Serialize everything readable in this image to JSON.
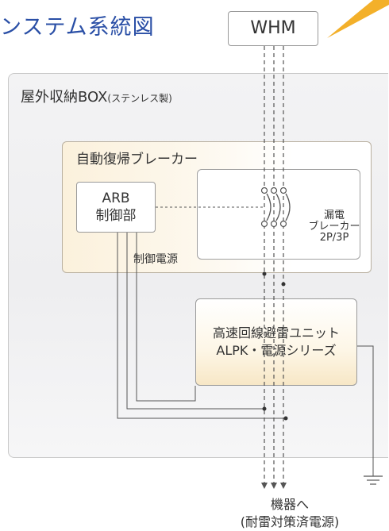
{
  "title": "ンステム系統図",
  "whm": {
    "label": "WHM"
  },
  "outdoor_box": {
    "label": "屋外収納BOX",
    "sub": "(ステンレス製)"
  },
  "arb_unit": {
    "label": "自動復帰ブレーカー",
    "control_lines": [
      "ARB",
      "制御部"
    ],
    "control_power": "制御電源"
  },
  "leakage_breaker": {
    "lines": [
      "漏電",
      "ブレーカー",
      "2P/3P"
    ]
  },
  "arrester": {
    "lines": [
      "高速回線避雷ユニット",
      "ALPK・電源シリーズ"
    ]
  },
  "output": {
    "lines": [
      "機器へ",
      "(耐雷対策済電源)"
    ]
  },
  "colors": {
    "title": "#2a4fa6",
    "lightning": "#f3b02a"
  }
}
